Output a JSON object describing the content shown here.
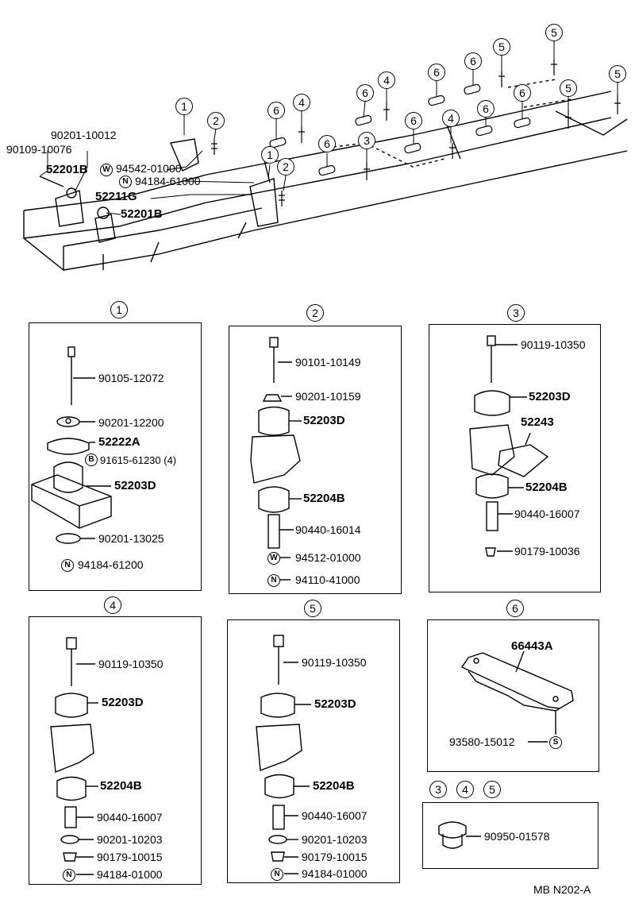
{
  "callouts": {
    "c1": "1",
    "c2": "2",
    "c3": "3",
    "c4": "4",
    "c5": "5",
    "c6": "6"
  },
  "overview": {
    "p_90201_10012": "90201-10012",
    "p_90109_10076": "90109-10076",
    "p_52201B_a": "52201B",
    "p_94542": "94542-01000",
    "p_94184_61000": "94184-61000",
    "p_52211G": "52211G",
    "p_52201B_b": "52201B",
    "sym_W": "W",
    "sym_N": "N",
    "sym_B": "B",
    "sym_S": "S"
  },
  "panel1": {
    "title": "1",
    "a": "90105-12072",
    "b": "90201-12200",
    "c": "52222A",
    "d": "91615-61230 (4)",
    "e": "52203D",
    "f": "90201-13025",
    "g": "94184-61200"
  },
  "panel2": {
    "title": "2",
    "a": "90101-10149",
    "b": "90201-10159",
    "c": "52203D",
    "d": "52204B",
    "e": "90440-16014",
    "f": "94512-01000",
    "g": "94110-41000"
  },
  "panel3": {
    "title": "3",
    "a": "90119-10350",
    "b": "52203D",
    "c": "52243",
    "d": "52204B",
    "e": "90440-16007",
    "f": "90179-10036"
  },
  "panel4": {
    "title": "4",
    "a": "90119-10350",
    "b": "52203D",
    "c": "52204B",
    "d": "90440-16007",
    "e": "90201-10203",
    "f": "90179-10015",
    "g": "94184-01000"
  },
  "panel5": {
    "title": "5",
    "a": "90119-10350",
    "b": "52203D",
    "c": "52204B",
    "d": "90440-16007",
    "e": "90201-10203",
    "f": "90179-10015",
    "g": "94184-01000"
  },
  "panel6": {
    "title": "6",
    "a": "66443A",
    "b": "93580-15012"
  },
  "panel7": {
    "t1": "3",
    "t2": "4",
    "t3": "5",
    "a": "90950-01578"
  },
  "footer": {
    "code": "MB N202-A"
  }
}
